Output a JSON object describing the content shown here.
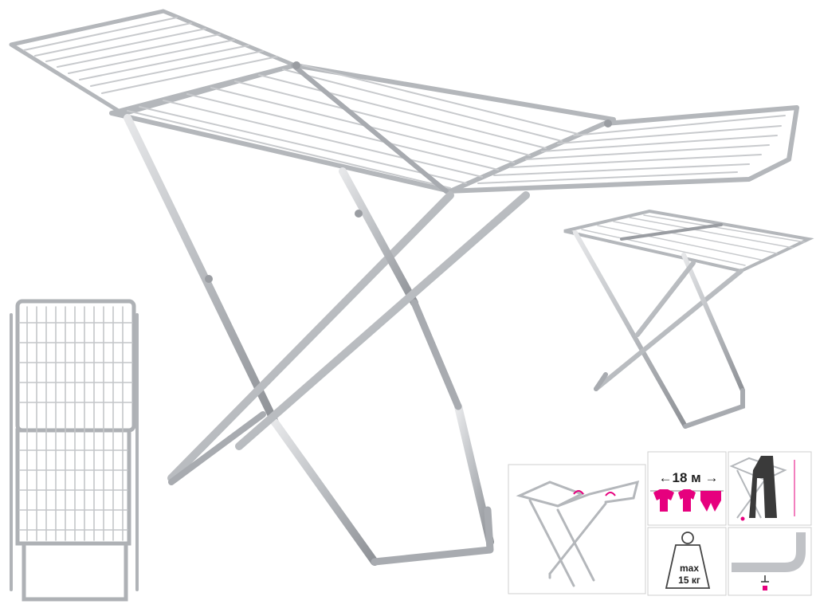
{
  "product": {
    "length_label": "←18 м →",
    "max_label": "max",
    "weight_label": "15 кг"
  },
  "colors": {
    "frame": "#b9bcc0",
    "frame_dark": "#8e9196",
    "accent": "#e6007e",
    "clothes": "#e6007e"
  },
  "icons": [
    "dryer-main-image",
    "dryer-folded-image",
    "dryer-compact-image",
    "dryer-wings-thumb",
    "clothes-length-thumb",
    "height-thumb",
    "weight-thumb",
    "foot-cap-thumb"
  ]
}
